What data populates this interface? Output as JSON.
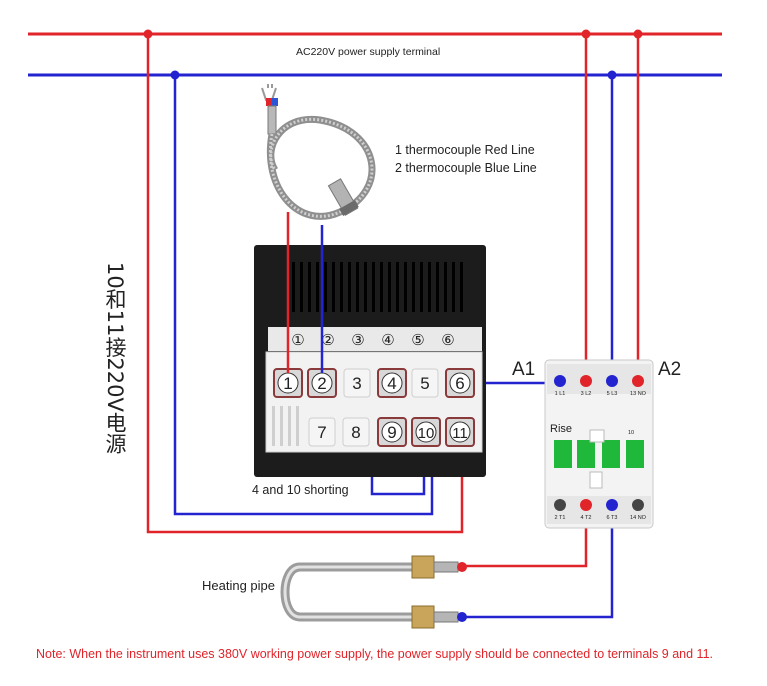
{
  "labels": {
    "supply": "AC220V power supply terminal",
    "thermo_red": "1 thermocouple Red Line",
    "thermo_blue": "2 thermocouple Blue Line",
    "vertical": "10和11接220V电源",
    "shorting": "4 and 10 shorting",
    "heating": "Heating pipe",
    "a1": "A1",
    "a2": "A2",
    "contactor_brand": "Rise",
    "note": "Note: When the instrument uses 380V working power supply, the power supply should be connected to terminals 9 and 11."
  },
  "controller": {
    "top_numbers": [
      "①",
      "②",
      "③",
      "④",
      "⑤",
      "⑥"
    ],
    "row1": [
      "1",
      "2",
      "3",
      "4",
      "5",
      "6"
    ],
    "row2": [
      "7",
      "8",
      "9",
      "10",
      "11"
    ]
  },
  "contactor": {
    "top_labels": [
      "1 L1",
      "3 L2",
      "5 L3",
      "13 NO"
    ],
    "bottom_labels": [
      "2 T1",
      "4 T2",
      "6 T3",
      "14 NO"
    ],
    "mid_label": "10"
  },
  "colors": {
    "live_wire": "#e0242a",
    "neutral_wire": "#2323d0",
    "controller_body": "#1c1c1c",
    "contactor_green": "#1fb83a"
  }
}
